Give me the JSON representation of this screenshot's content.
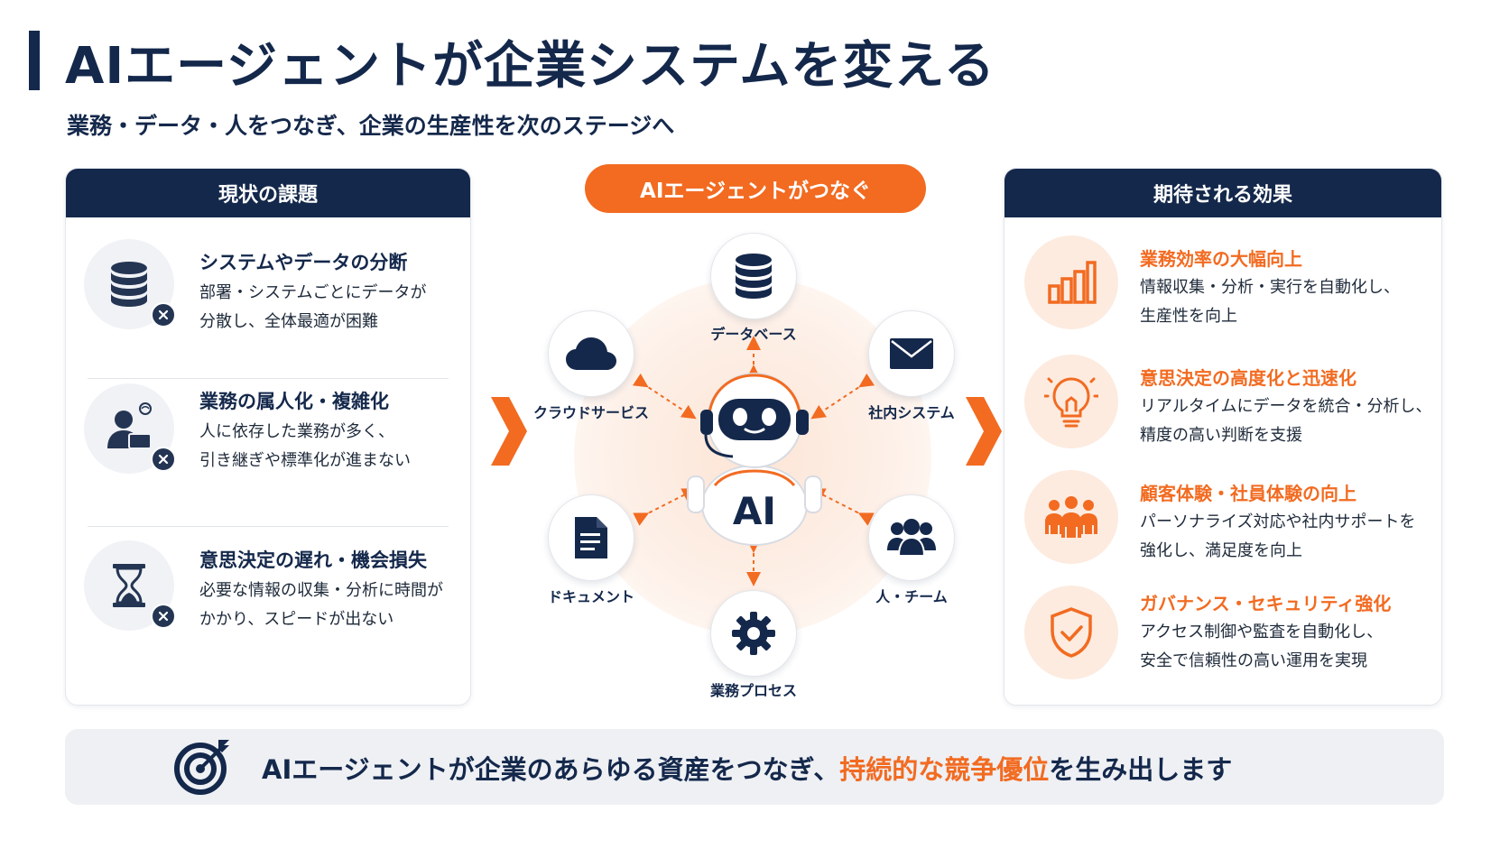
{
  "header": {
    "title": "AIエージェントが企業システムを変える",
    "subtitle": "業務・データ・人をつなぎ、企業の生産性を次のステージへ"
  },
  "left_panel": {
    "heading": "現状の課題",
    "items": [
      {
        "icon": "database-icon",
        "title": "システムやデータの分断",
        "desc1": "部署・システムごとにデータが",
        "desc2": "分散し、全体最適が困難"
      },
      {
        "icon": "person-laptop-icon",
        "title": "業務の属人化・複雑化",
        "desc1": "人に依存した業務が多く、",
        "desc2": "引き継ぎや標準化が進まない"
      },
      {
        "icon": "hourglass-icon",
        "title": "意思決定の遅れ・機会損失",
        "desc1": "必要な情報の収集・分析に時間が",
        "desc2": "かかり、スピードが出ない"
      }
    ]
  },
  "center": {
    "pill": "AIエージェントがつなぐ",
    "robot_label": "AI",
    "nodes": {
      "database": "データベース",
      "cloud": "クラウドサービス",
      "internal": "社内システム",
      "document": "ドキュメント",
      "team": "人・チーム",
      "process": "業務プロセス"
    }
  },
  "right_panel": {
    "heading": "期待される効果",
    "items": [
      {
        "icon": "bar-chart-icon",
        "title": "業務効率の大幅向上",
        "desc1": "情報収集・分析・実行を自動化し、",
        "desc2": "生産性を向上"
      },
      {
        "icon": "lightbulb-icon",
        "title": "意思決定の高度化と迅速化",
        "desc1": "リアルタイムにデータを統合・分析し、",
        "desc2": "精度の高い判断を支援"
      },
      {
        "icon": "people-icon",
        "title": "顧客体験・社員体験の向上",
        "desc1": "パーソナライズ対応や社内サポートを",
        "desc2": "強化し、満足度を向上"
      },
      {
        "icon": "shield-check-icon",
        "title": "ガバナンス・セキュリティ強化",
        "desc1": "アクセス制御や監査を自動化し、",
        "desc2": "安全で信頼性の高い運用を実現"
      }
    ]
  },
  "footer": {
    "text_before": "AIエージェントが企業のあらゆる資産をつなぎ、",
    "highlight": "持続的な競争優位",
    "text_after": "を生み出します"
  },
  "colors": {
    "navy": "#14284b",
    "orange": "#f26b21",
    "light_orange": "#fdebe0",
    "light_gray": "#f0f2f6"
  }
}
